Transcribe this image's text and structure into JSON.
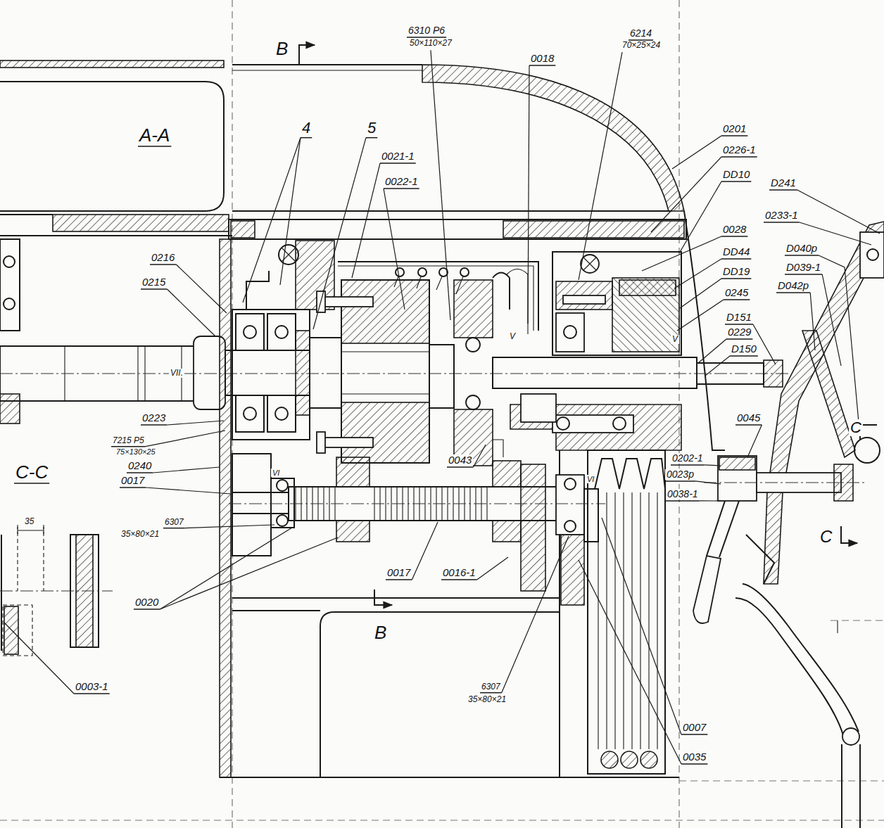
{
  "diagram": {
    "labels": [
      "B",
      "6310 P6",
      "50×110×27",
      "0018",
      "6214",
      "70×25×24",
      "A-A",
      "4",
      "5",
      "0201",
      "0021-1",
      "0226-1",
      "DD10",
      "0022-1",
      "D241",
      "0233-1",
      "0028",
      "D040p",
      "DD44",
      "0216",
      "D039-1",
      "DD19",
      "0215",
      "D042p",
      "0245",
      "D151",
      "0229",
      "D150",
      "V",
      "V",
      "VII.",
      "C",
      "0045",
      "0223",
      "7215 P5",
      "75×130×25",
      "0240",
      "C-C",
      "0043",
      "0202-1",
      "0017",
      "VI",
      "VI",
      "0023p",
      "35",
      "6307",
      "35×80×21",
      "0038-1",
      "C",
      "0017",
      "0016-1",
      "0020",
      "B",
      "0003-1",
      "6307",
      "35×80×21",
      "0007",
      "0035"
    ]
  }
}
